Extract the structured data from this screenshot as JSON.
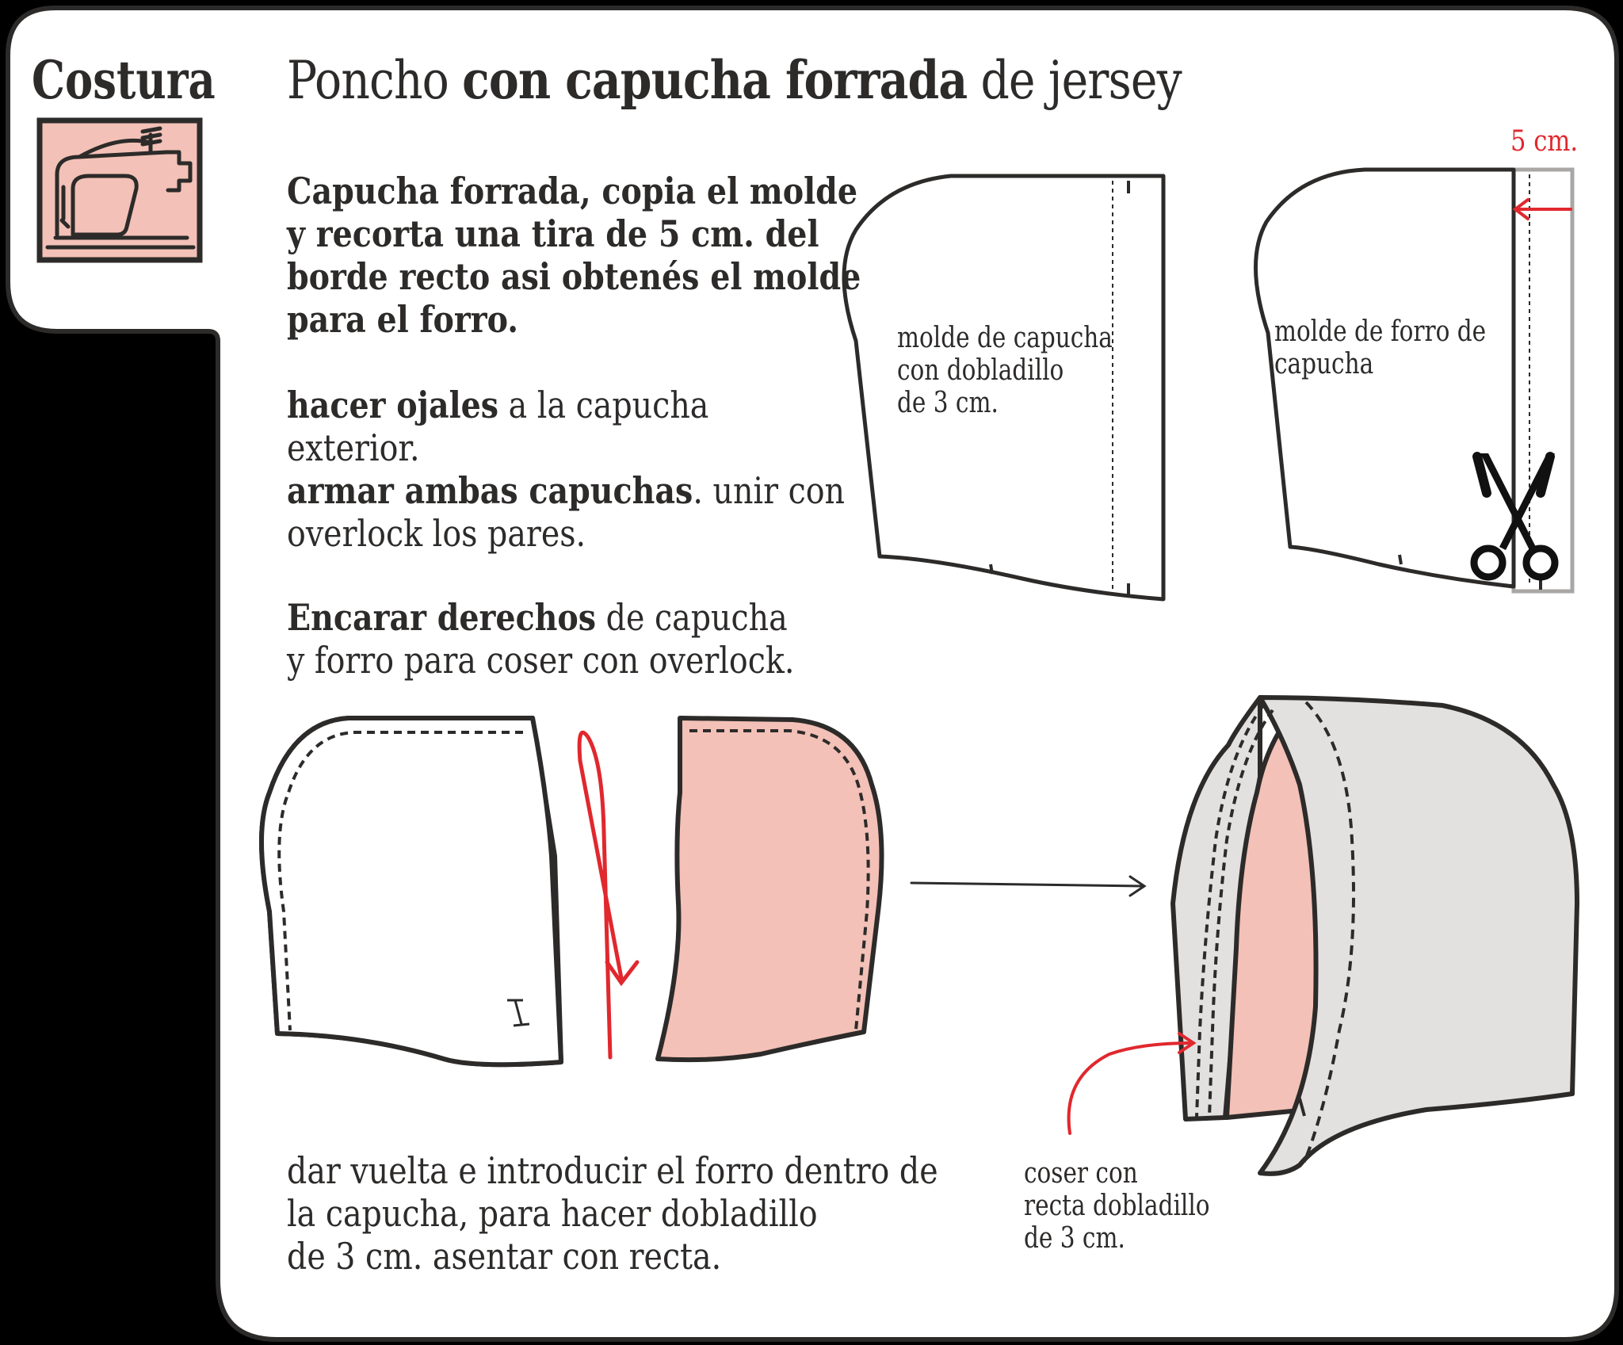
{
  "header": {
    "section": "Costura",
    "section_icon": "sewing-machine-icon",
    "title_part1": "Poncho ",
    "title_part2": "con capucha forrada",
    "title_part3": " de jersey"
  },
  "instructions": {
    "step1": {
      "line1": "Capucha forrada, copia el molde",
      "line2": "y recorta una tira de 5 cm. del",
      "line3": "borde recto asi obtenés el molde",
      "line4": "para el forro."
    },
    "step2": {
      "line1_bold": "hacer ojales",
      "line1_rest": " a la capucha",
      "line2": "exterior.",
      "line3_bold": "armar ambas capuchas",
      "line3_rest": ". unir con",
      "line4": "overlock los pares."
    },
    "step3": {
      "line1_bold": "Encarar derechos",
      "line1_rest": " de capucha",
      "line2": "y forro para coser con overlock."
    },
    "step4": {
      "line1": "dar vuelta e introducir el forro dentro de",
      "line2": "la capucha, para hacer dobladillo",
      "line3": "de 3 cm. asentar con recta."
    }
  },
  "figures": {
    "pattern_hood": {
      "line1": "molde de capucha",
      "line2": "con dobladillo",
      "line3": "de 3 cm."
    },
    "pattern_lining": {
      "line1": "molde de forro de",
      "line2": "capucha"
    },
    "strip_width": "5 cm.",
    "finished_hood": {
      "line1": "coser con",
      "line2": "recta dobladillo",
      "line3": "de 3 cm."
    }
  },
  "colors": {
    "outline": "#2d2b2a",
    "accent_red": "#e0282e",
    "lining_pink": "#f3c1b7",
    "jersey_grey": "#e2e1df",
    "card_white": "#ffffff"
  }
}
